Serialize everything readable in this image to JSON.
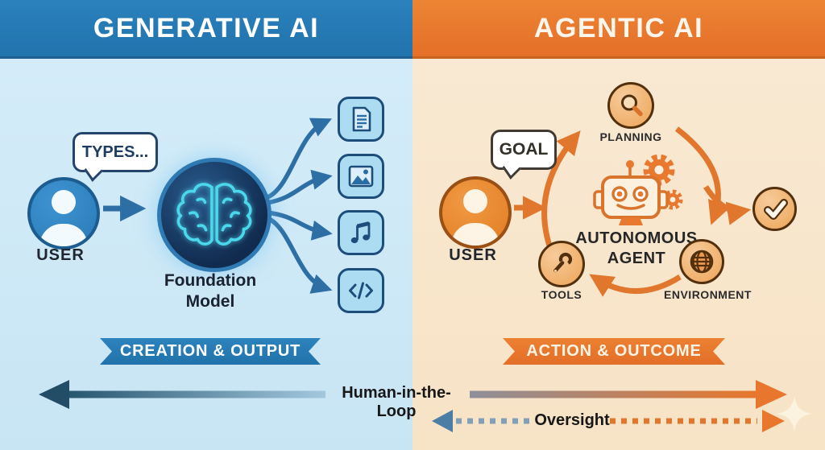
{
  "header": {
    "left_title": "GENERATIVE AI",
    "right_title": "AGENTIC AI"
  },
  "left_panel": {
    "user_label": "USER",
    "bubble_text": "TYPES...",
    "model_label": [
      "Foundation",
      "Model"
    ],
    "output_icons": [
      "document",
      "image",
      "music",
      "code"
    ],
    "ribbon_text": "CREATION & OUTPUT"
  },
  "right_panel": {
    "user_label": "USER",
    "bubble_text": "GOAL",
    "cycle": {
      "planning_label": "PLANNING",
      "tools_label": "TOOLS",
      "environment_label": "ENVIRONMENT"
    },
    "agent_label": [
      "AUTONOMOUS",
      "AGENT"
    ],
    "result_icon": "checkmark",
    "ribbon_text": "ACTION & OUTCOME"
  },
  "footer": {
    "hitl_label": "Human-in-the-Loop",
    "oversight_label": "Oversight"
  },
  "colors": {
    "header_blue": "#2478b2",
    "header_orange": "#e8762c",
    "panel_blue": "#cfe9f6",
    "panel_peach": "#f9e7cd",
    "arrow_blue": "#2d6fa5",
    "arrow_orange": "#e0772c",
    "brain_cyan": "#4ad9ec",
    "dark_navy": "#234c66"
  }
}
